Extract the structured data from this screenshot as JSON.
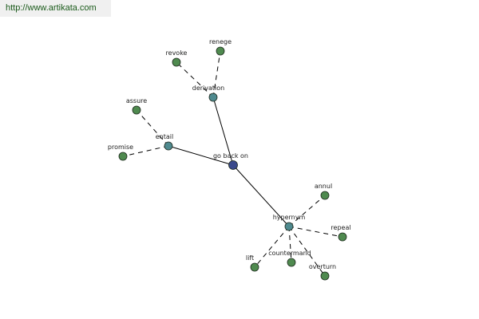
{
  "banner": {
    "text": "http://www.artikata.com"
  },
  "colors": {
    "root": "#3b4a8c",
    "relation": "#4f8a8f",
    "leaf": "#4f8a4f",
    "edge": "#000000",
    "banner_text": "#1a5a1a"
  },
  "nodes": [
    {
      "id": "root",
      "label": "go back on",
      "kind": "root"
    },
    {
      "id": "derivation",
      "label": "derivation",
      "kind": "relation"
    },
    {
      "id": "entail",
      "label": "entail",
      "kind": "relation"
    },
    {
      "id": "hypernym",
      "label": "hypernym",
      "kind": "relation"
    },
    {
      "id": "revoke",
      "label": "revoke",
      "kind": "leaf"
    },
    {
      "id": "renege",
      "label": "renege",
      "kind": "leaf"
    },
    {
      "id": "assure",
      "label": "assure",
      "kind": "leaf"
    },
    {
      "id": "promise",
      "label": "promise",
      "kind": "leaf"
    },
    {
      "id": "annul",
      "label": "annul",
      "kind": "leaf"
    },
    {
      "id": "repeal",
      "label": "repeal",
      "kind": "leaf"
    },
    {
      "id": "lift",
      "label": "lift",
      "kind": "leaf"
    },
    {
      "id": "countermand",
      "label": "countermand",
      "kind": "leaf"
    },
    {
      "id": "overturn",
      "label": "overturn",
      "kind": "leaf"
    }
  ],
  "edges": [
    {
      "from": "root",
      "to": "derivation",
      "style": "solid"
    },
    {
      "from": "root",
      "to": "entail",
      "style": "solid"
    },
    {
      "from": "root",
      "to": "hypernym",
      "style": "solid"
    },
    {
      "from": "derivation",
      "to": "revoke",
      "style": "dashed"
    },
    {
      "from": "derivation",
      "to": "renege",
      "style": "dashed"
    },
    {
      "from": "entail",
      "to": "assure",
      "style": "dashed"
    },
    {
      "from": "entail",
      "to": "promise",
      "style": "dashed"
    },
    {
      "from": "hypernym",
      "to": "annul",
      "style": "dashed"
    },
    {
      "from": "hypernym",
      "to": "repeal",
      "style": "dashed"
    },
    {
      "from": "hypernym",
      "to": "lift",
      "style": "dashed"
    },
    {
      "from": "hypernym",
      "to": "countermand",
      "style": "dashed"
    },
    {
      "from": "hypernym",
      "to": "overturn",
      "style": "dashed"
    }
  ]
}
